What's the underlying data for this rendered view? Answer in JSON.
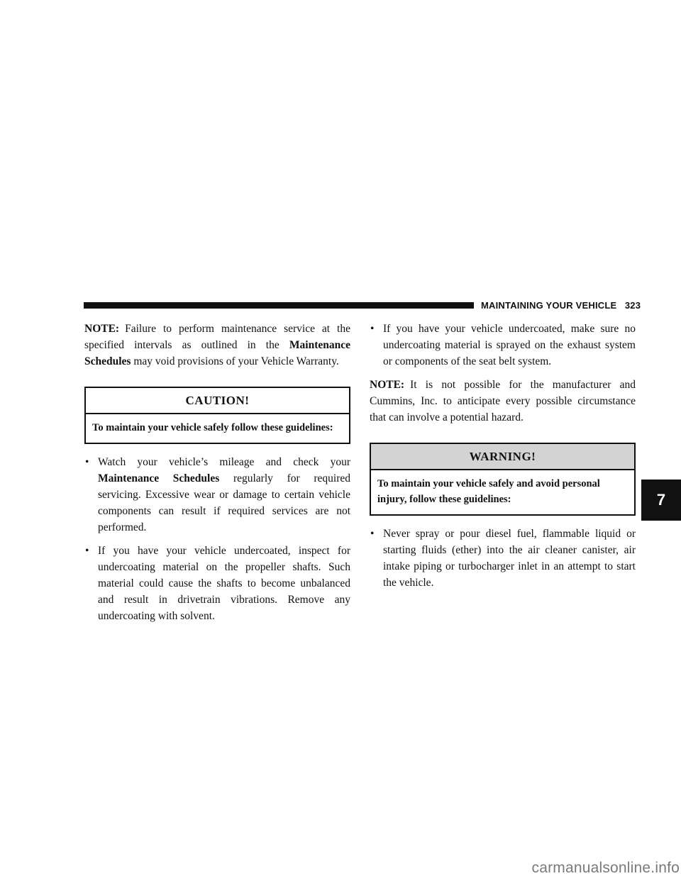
{
  "header": {
    "title": "MAINTAINING YOUR VEHICLE",
    "page_number": "323"
  },
  "chapter_tab": "7",
  "left_column": {
    "note": {
      "label": "NOTE:",
      "text_1": "Failure to perform maintenance service at the specified intervals as outlined in the ",
      "bold_ref": "Maintenance Schedules",
      "text_2": " may void provisions of your Vehicle Warranty."
    },
    "caution": {
      "title": "CAUTION!",
      "body": "To maintain your vehicle safely follow these guidelines:"
    },
    "bullets": [
      {
        "text_1": "Watch your vehicle’s mileage and check your ",
        "bold_ref": "Maintenance Schedules",
        "text_2": " regularly for required servicing. Excessive wear or damage to certain vehicle components can result if required services are not performed."
      },
      {
        "text_1": "If you have your vehicle undercoated, inspect for undercoating material on the propeller shafts. Such material could cause the shafts to become unbalanced and result in drivetrain vibrations. Remove any undercoating with solvent."
      }
    ]
  },
  "right_column": {
    "bullet_top": "If you have your vehicle undercoated, make sure no undercoating material is sprayed on the exhaust system or components of the seat belt system.",
    "note": {
      "label": "NOTE:",
      "text": "It is not possible for the manufacturer and Cummins, Inc. to anticipate every possible circumstance that can involve a potential hazard."
    },
    "warning": {
      "title": "WARNING!",
      "body": "To maintain your vehicle safely and avoid personal injury, follow these guidelines:"
    },
    "bullets": [
      {
        "text": "Never spray or pour diesel fuel, flammable liquid or starting fluids (ether) into the air cleaner canister, air intake piping or turbocharger inlet in an attempt to start the vehicle."
      }
    ]
  },
  "bullet_glyph": "•",
  "watermark": "carmanualsonline.info"
}
